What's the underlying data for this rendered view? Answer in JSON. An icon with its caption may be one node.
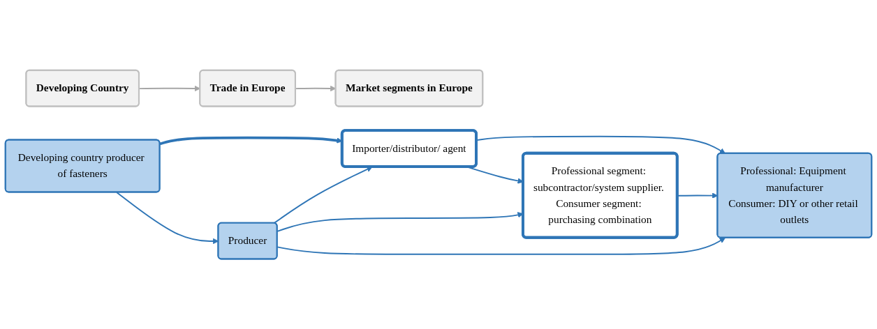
{
  "diagram": {
    "nodes": [
      {
        "text": [
          "Developing Country"
        ]
      },
      {
        "text": [
          "Trade in Europe"
        ]
      },
      {
        "text": [
          "Market segments in Europe"
        ]
      },
      {
        "text": [
          "Developing country producer of fasteners"
        ]
      },
      {
        "text": [
          "Importer/distributor/ agent"
        ]
      },
      {
        "text": [
          "Professional segment: subcontractor/system supplier. Consumer segment: purchasing combination"
        ]
      },
      {
        "text": [
          "Producer"
        ]
      },
      {
        "text": [
          "Professional: Equipment manufacturer",
          "Consumer: DIY or other retail outlets"
        ]
      }
    ],
    "edges": [
      {
        "from": 0,
        "to": 1,
        "arrow": "to",
        "color": "#a6a6a6"
      },
      {
        "from": 1,
        "to": 2,
        "arrow": "to",
        "color": "#a6a6a6"
      },
      {
        "from": 3,
        "to": 4,
        "arrow": "to",
        "style": "thick"
      },
      {
        "from": 3,
        "to": 6,
        "arrow": "to"
      },
      {
        "from": 4,
        "to": 7,
        "arrow": "to"
      },
      {
        "from": 4,
        "to": 5,
        "arrow": "to"
      },
      {
        "from": 6,
        "to": 4,
        "arrow": "to"
      },
      {
        "from": 6,
        "to": 5,
        "arrow": "to"
      },
      {
        "from": 6,
        "to": 7,
        "arrow": "to"
      },
      {
        "from": 5,
        "to": 7,
        "arrow": "to"
      }
    ]
  }
}
